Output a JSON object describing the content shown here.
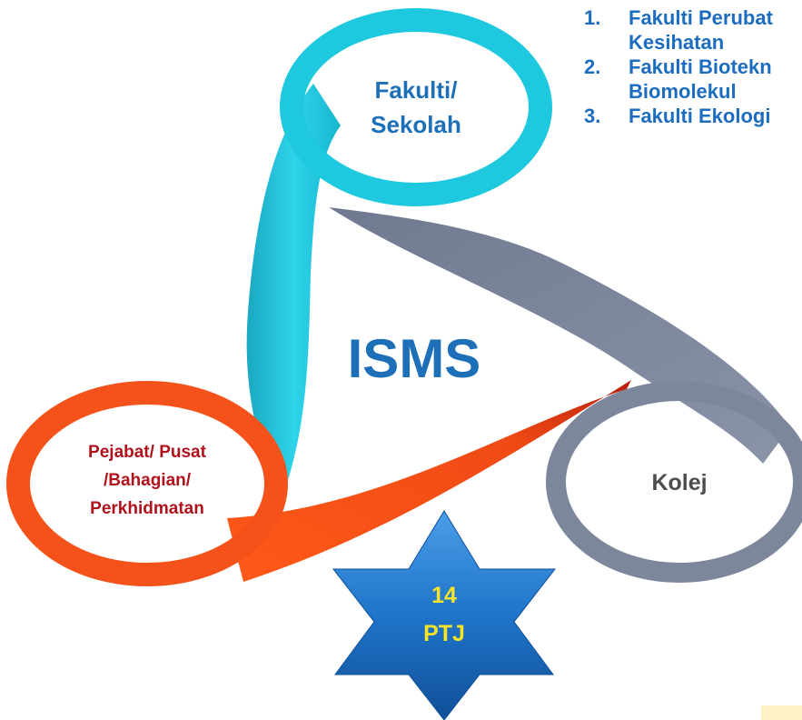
{
  "colors": {
    "cyan": "#1ec9e0",
    "slate": "#7d879c",
    "orange": "#f4521a",
    "title_blue": "#1d6fb8",
    "list_blue": "#1c6cc0",
    "dark_red": "#b0121c",
    "kolej_gray": "#4d4d4d",
    "star_blue": "#1f74c9",
    "star_text": "#f6e32a"
  },
  "diagram": {
    "center_title": "ISMS",
    "nodes": {
      "fakulti": {
        "line1": "Fakulti/",
        "line2": "Sekolah"
      },
      "kolej": {
        "label": "Kolej"
      },
      "pejabat": {
        "line1": "Pejabat/ Pusat",
        "line2": "/Bahagian/",
        "line3": "Perkhidmatan"
      }
    },
    "star": {
      "line1": "14",
      "line2": "PTJ"
    }
  },
  "faculty_list": [
    {
      "num": "1.",
      "line1": "Fakulti Perubat",
      "line2": "Kesihatan"
    },
    {
      "num": "2.",
      "line1": "Fakulti Biotekn",
      "line2": "Biomolekul"
    },
    {
      "num": "3.",
      "line1": "Fakulti Ekologi",
      "line2": ""
    }
  ]
}
